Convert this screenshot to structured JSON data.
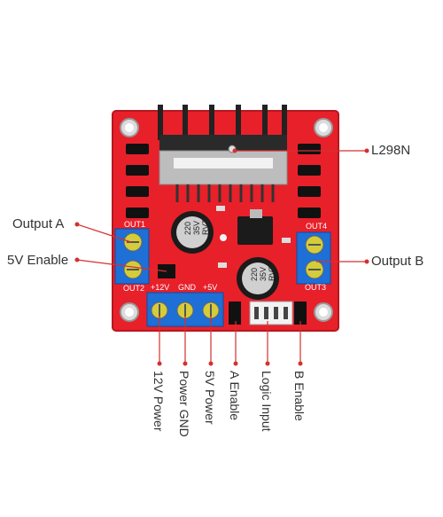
{
  "diagram": {
    "labels": {
      "chip": "L298N",
      "output_a": "Output A",
      "enable_5v": "5V Enable",
      "output_b": "Output B",
      "power_12v": "12V Power",
      "power_gnd": "Power GND",
      "power_5v": "5V Power",
      "a_enable": "A Enable",
      "logic_input": "Logic Input",
      "b_enable": "B Enable"
    },
    "silkscreen": {
      "out1": "OUT1",
      "out2": "OUT2",
      "out3": "OUT3",
      "out4": "OUT4",
      "v12": "+12V",
      "gnd": "GND",
      "v5": "+5V"
    },
    "capacitor_markings": {
      "line1": "220",
      "line2": "35V",
      "line3": "RVT"
    },
    "colors": {
      "pcb": "#e8202a",
      "terminal": "#1e6fd6",
      "heatsink": "#2a2a2a",
      "leader": "#d43030"
    }
  }
}
